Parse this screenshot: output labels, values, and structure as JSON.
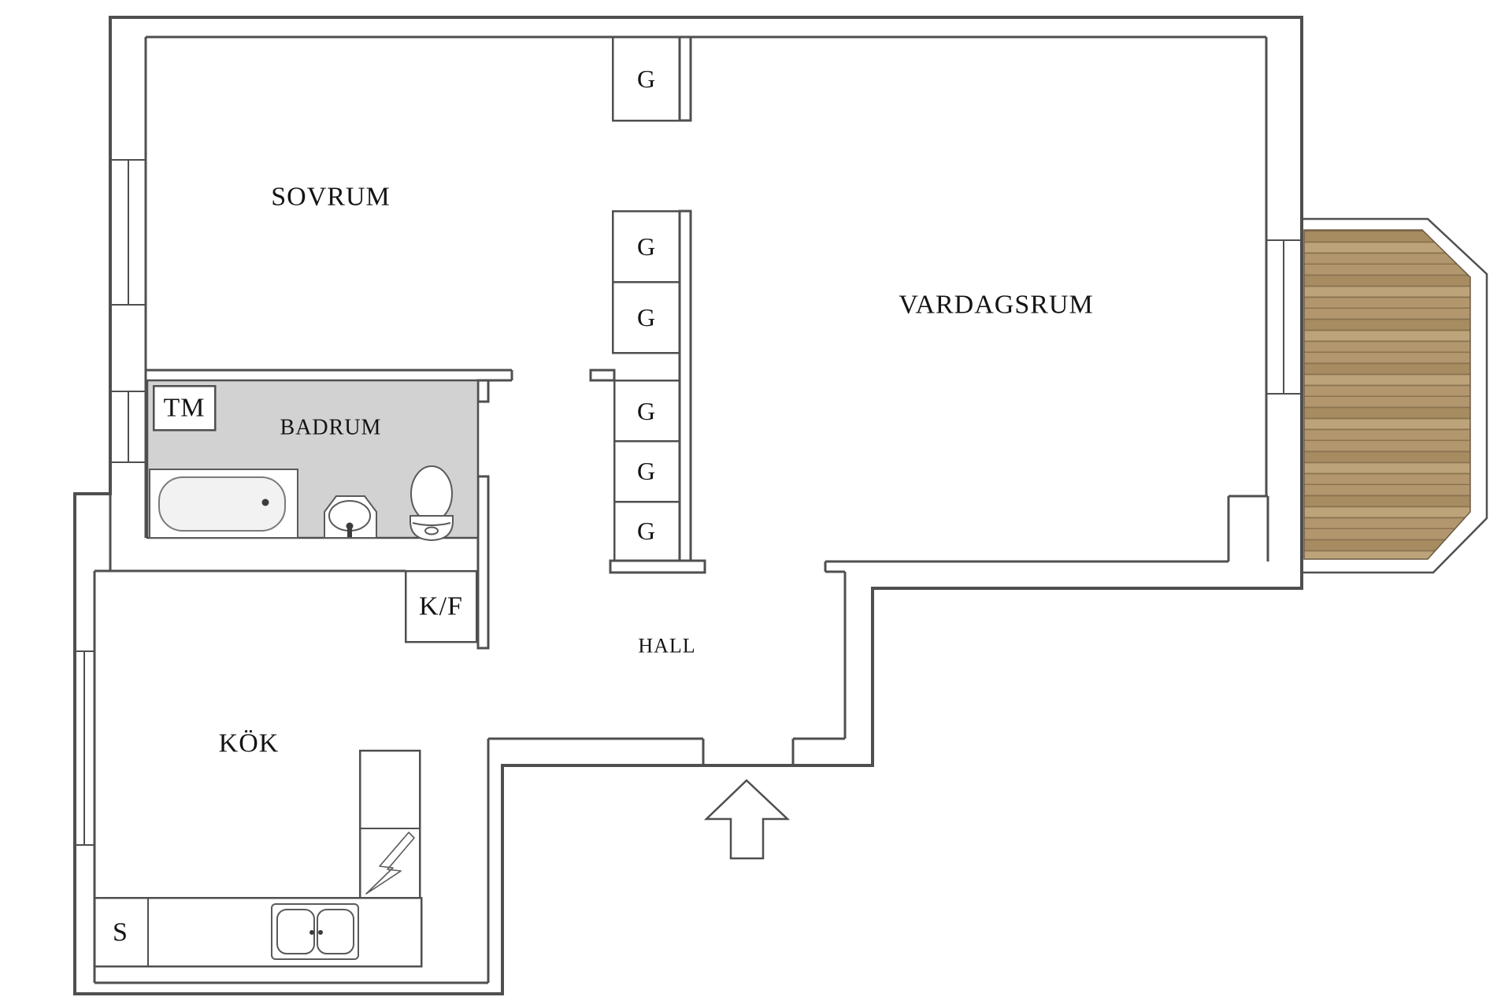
{
  "rooms": {
    "bedroom": "SOVRUM",
    "living_room": "VARDAGSRUM",
    "bathroom": "BADRUM",
    "kitchen": "KÖK",
    "hall": "HALL"
  },
  "fixtures": {
    "washing_machine": "TM",
    "fridge_freezer": "K/F",
    "pantry": "S"
  },
  "wardrobes": [
    "G",
    "G",
    "G",
    "G",
    "G",
    "G"
  ],
  "colors": {
    "background": "#ffffff",
    "wall": "#4f4f4f",
    "text": "#141414",
    "bathroom_floor": "#d2d2d2",
    "deck_base": "#b2976e",
    "deck_light": "#bda379",
    "deck_dark": "#a78c61",
    "deck_line": "#8a7350"
  }
}
